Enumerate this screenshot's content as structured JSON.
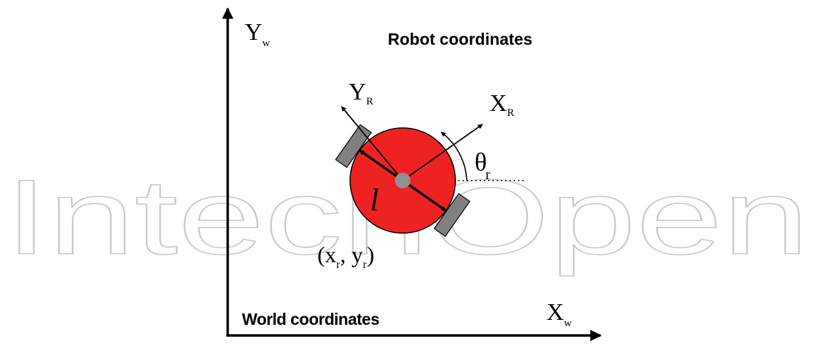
{
  "watermark": "IntechOpen",
  "titles": {
    "robot": "Robot coordinates",
    "world": "World coordinates"
  },
  "axes": {
    "world_y": {
      "base": "Y",
      "sub": "w"
    },
    "world_x": {
      "base": "X",
      "sub": "w"
    },
    "robot_y": {
      "base": "Y",
      "sub": "R"
    },
    "robot_x": {
      "base": "X",
      "sub": "R"
    }
  },
  "labels": {
    "theta": {
      "base": "θ",
      "sub": "r"
    },
    "length": "l",
    "position": {
      "open": "(",
      "x": "x",
      "x_sub": "r",
      "sep": ", ",
      "y": "y",
      "y_sub": "r",
      "close": ")"
    }
  },
  "colors": {
    "robot_body": "#ee2222",
    "wheel": "#808080",
    "center": "#909090",
    "watermark": "#c8c8c8"
  }
}
